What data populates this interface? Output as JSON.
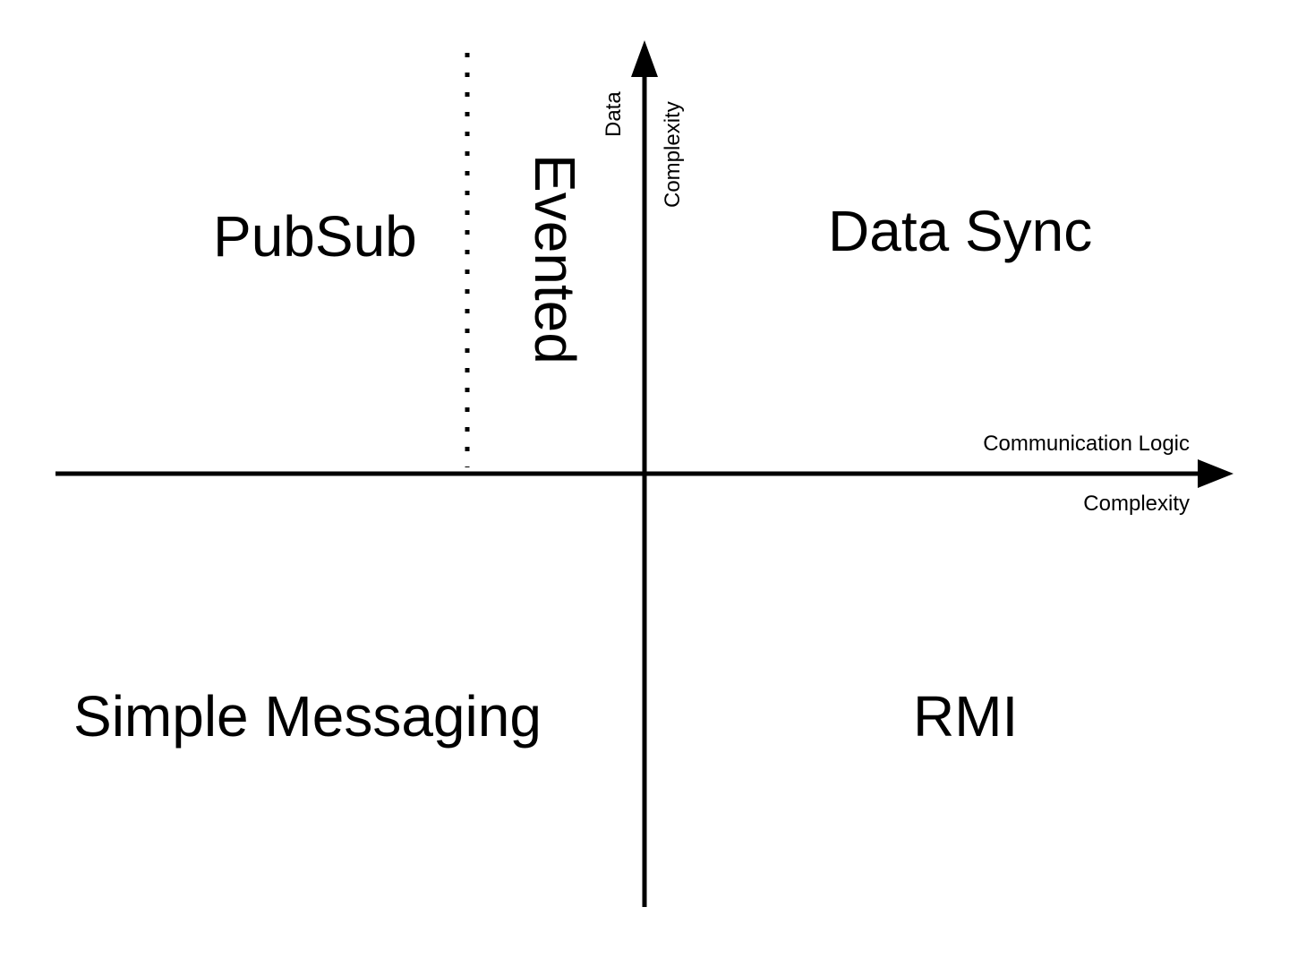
{
  "diagram": {
    "quadrants": {
      "top_left": "PubSub",
      "top_right": "Data Sync",
      "bottom_left": "Simple Messaging",
      "bottom_right": "RMI"
    },
    "boundary_label": "Evented",
    "y_axis": {
      "label_line1": "Data",
      "label_line2": "Complexity"
    },
    "x_axis": {
      "label_line1": "Communication Logic",
      "label_line2": "Complexity"
    },
    "colors": {
      "ink": "#000000",
      "background": "#ffffff"
    }
  }
}
